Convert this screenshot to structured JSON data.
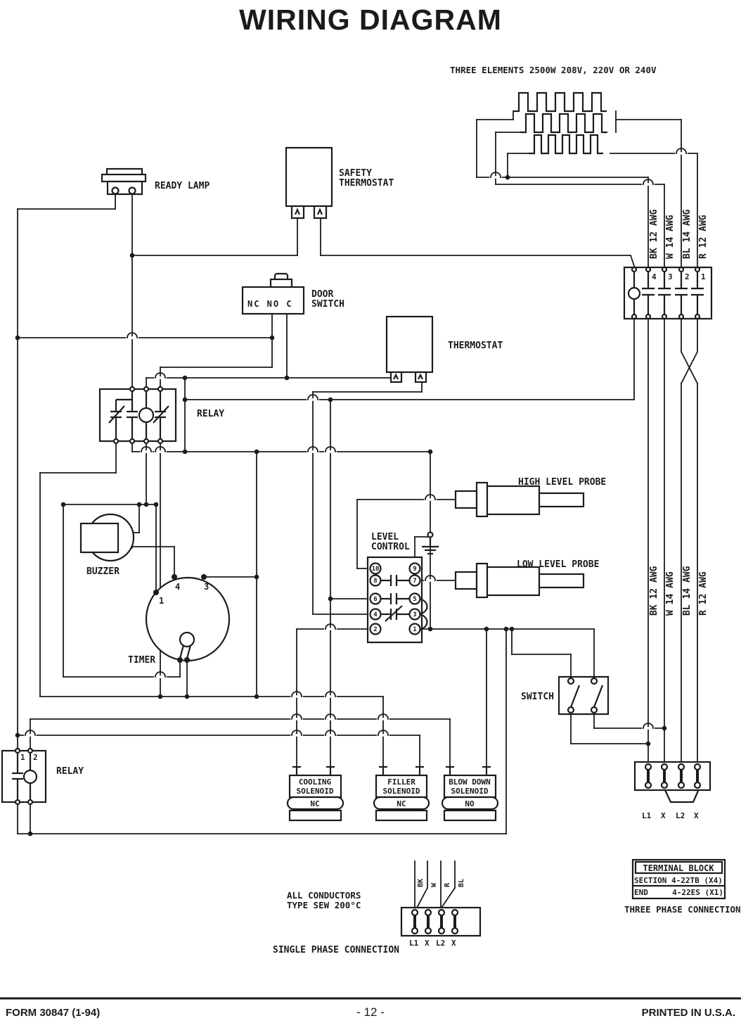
{
  "title": "WIRING DIAGRAM",
  "notes": {
    "elements": "THREE ELEMENTS 2500W 208V, 220V OR 240V",
    "conductors1": "ALL CONDUCTORS",
    "conductors2": "TYPE SEW 200°C",
    "single_phase": "SINGLE PHASE CONNECTION",
    "three_phase": "THREE PHASE CONNECTION"
  },
  "components": {
    "ready_lamp": "READY LAMP",
    "safety1": "SAFETY",
    "safety2": "THERMOSTAT",
    "door1": "DOOR",
    "door2": "SWITCH",
    "door_contacts": "NC NO C",
    "thermostat": "THERMOSTAT",
    "relay_upper": "RELAY",
    "relay_lower": "RELAY",
    "buzzer": "BUZZER",
    "timer": "TIMER",
    "switch": "SWITCH",
    "level1": "LEVEL",
    "level2": "CONTROL",
    "high_probe": "HIGH LEVEL PROBE",
    "low_probe": "LOW LEVEL PROBE"
  },
  "wire_labels": {
    "top": [
      "BK 12 AWG",
      "W 14 AWG",
      "BL 14 AWG",
      "R 12 AWG"
    ],
    "mid": [
      "BK 12 AWG",
      "W 14 AWG",
      "BL 14 AWG",
      "R 12 AWG"
    ],
    "mini": [
      "BK",
      "W",
      "R",
      "BL"
    ]
  },
  "terminals": {
    "top_block": [
      "4",
      "3",
      "2",
      "1"
    ],
    "lc_left": [
      "10",
      "8",
      "6",
      "4",
      "2"
    ],
    "lc_right": [
      "9",
      "7",
      "5",
      "3",
      "1"
    ],
    "timer": [
      "1",
      "4",
      "3"
    ],
    "relay_lower": [
      "1",
      "2"
    ],
    "block_bottom": [
      "L1",
      "X",
      "L2",
      "X"
    ],
    "block_single": [
      "L1",
      "X",
      "L2",
      "X"
    ]
  },
  "solenoids": [
    {
      "line1": "COOLING",
      "line2": "SOLENOID",
      "state": "NC"
    },
    {
      "line1": "FILLER",
      "line2": "SOLENOID",
      "state": "NC"
    },
    {
      "line1": "BLOW DOWN",
      "line2": "SOLENOID",
      "state": "NO"
    }
  ],
  "table": {
    "row1": "TERMINAL BLOCK",
    "row2": "SECTION 4-22TB (X4)",
    "row3_left": "END",
    "row3_right": "4-22ES (X1)"
  },
  "footer": {
    "left": "FORM 30847 (1-94)",
    "center": "- 12 -",
    "right": "PRINTED IN U.S.A."
  },
  "colors": {
    "ink": "#1b1b1b",
    "paper": "#ffffff"
  }
}
